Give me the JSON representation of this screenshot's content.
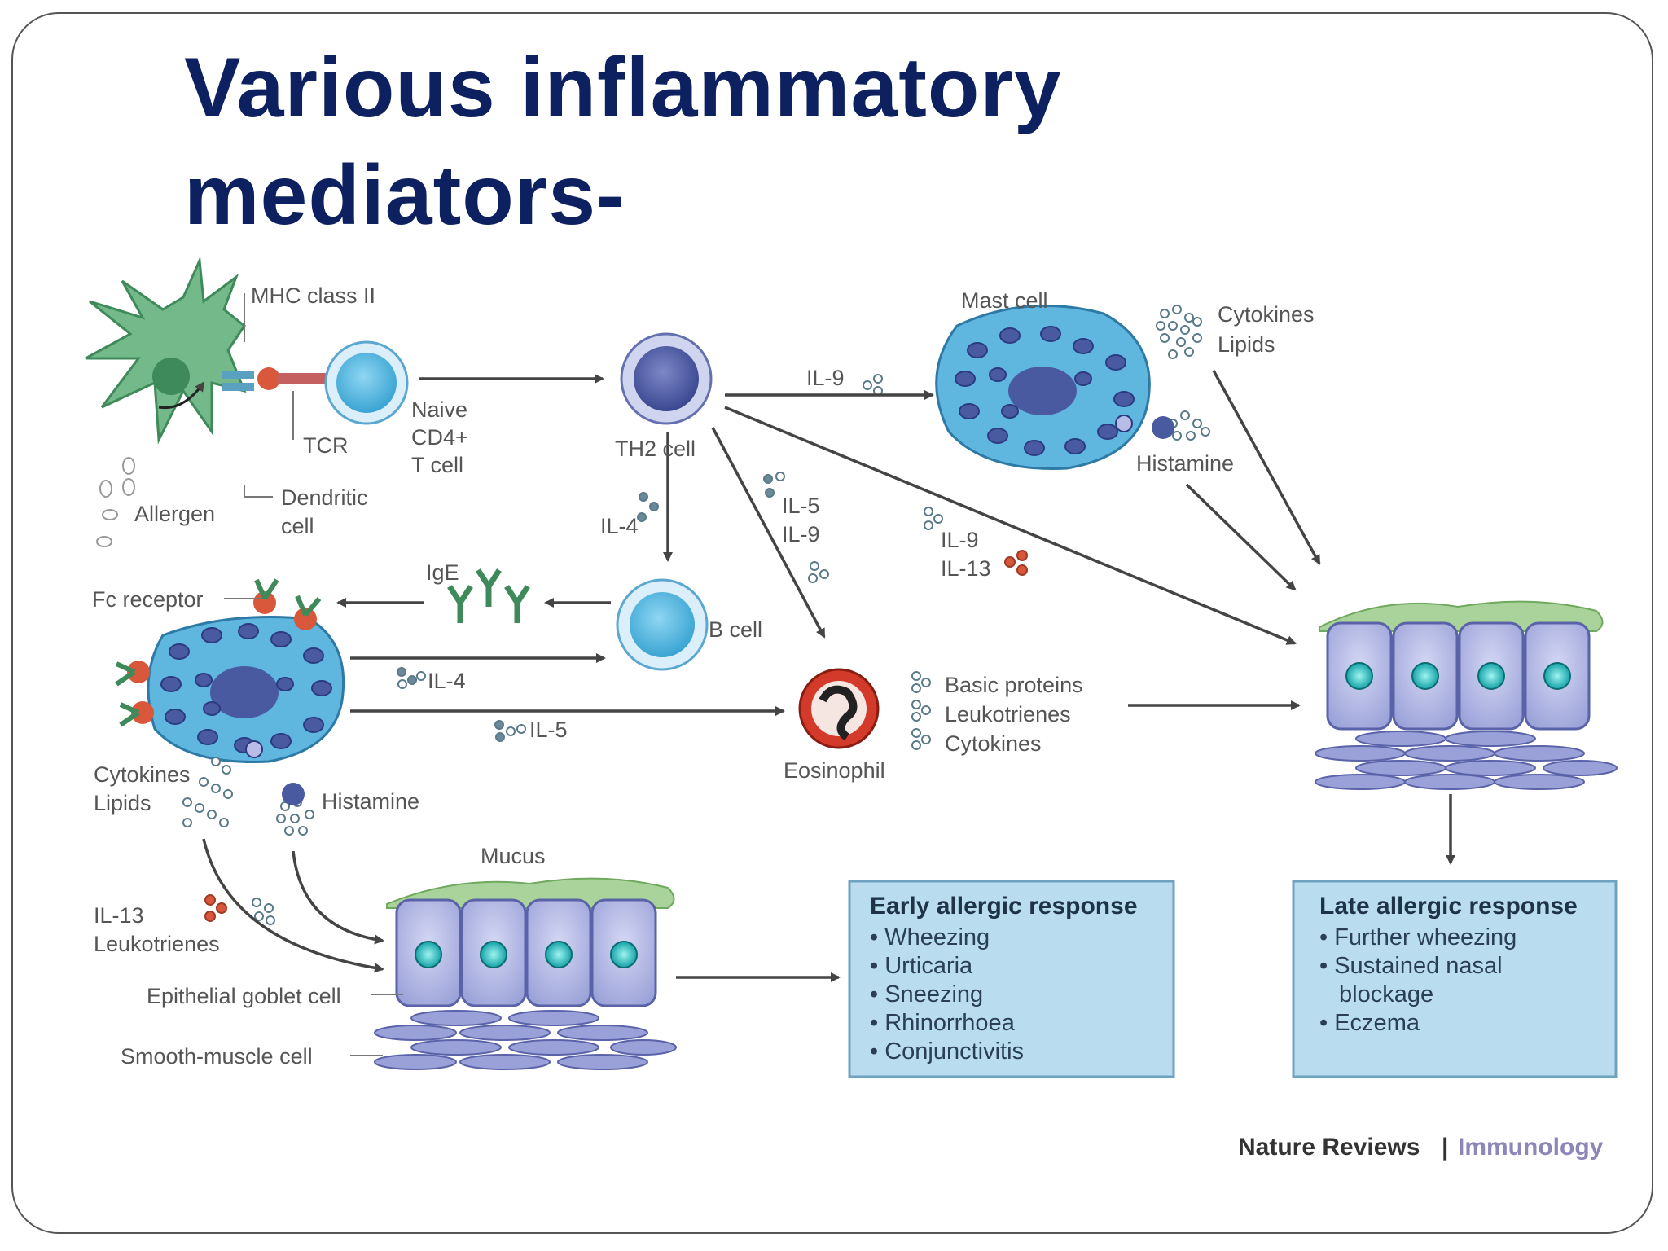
{
  "slide": {
    "title_line1": "Various inflammatory",
    "title_line2": "mediators-"
  },
  "labels": {
    "mhc": "MHC class II",
    "tcr": "TCR",
    "naive1": "Naive",
    "naive2": "CD4+",
    "naive3": "T cell",
    "allergen": "Allergen",
    "dendritic1": "Dendritic",
    "dendritic2": "cell",
    "th2": "TH2 cell",
    "il4_top": "IL-4",
    "il9_mast": "IL-9",
    "il5": "IL-5",
    "il9_eos": "IL-9",
    "il9_b": "IL-9",
    "il13_b": "IL-13",
    "mast": "Mast cell",
    "cyto_top": "Cytokines",
    "lipids_top": "Lipids",
    "histamine_top": "Histamine",
    "ige": "IgE",
    "fc": "Fc receptor",
    "bcell": "B cell",
    "il4_mid": "IL-4",
    "il5_mid": "IL-5",
    "eosinophil": "Eosinophil",
    "basic": "Basic proteins",
    "leuko": "Leukotrienes",
    "cyto_eos": "Cytokines",
    "cyto_left": "Cytokines",
    "lipids_left": "Lipids",
    "histamine_left": "Histamine",
    "mucus": "Mucus",
    "il13_left": "IL-13",
    "leuko_left": "Leukotrienes",
    "goblet": "Epithelial goblet cell",
    "smooth": "Smooth-muscle cell"
  },
  "early": {
    "title": "Early allergic response",
    "items": [
      "Wheezing",
      "Urticaria",
      "Sneezing",
      "Rhinorrhoea",
      "Conjunctivitis"
    ]
  },
  "late": {
    "title": "Late allergic response",
    "items": [
      "Further wheezing",
      "Sustained nasal",
      "blockage",
      "Eczema"
    ]
  },
  "credit": {
    "journal": "Nature Reviews",
    "separator": "|",
    "section": "Immunology"
  },
  "colors": {
    "title": "#0d2160",
    "cell_blue": "#5fb6df",
    "nucleus": "#4a5aa0",
    "epithelium": "#b8bde8",
    "mucus": "#a9d39a",
    "box": "#b9dcef",
    "dendritic": "#74b98a",
    "eosinophil": "#d43a2a"
  }
}
